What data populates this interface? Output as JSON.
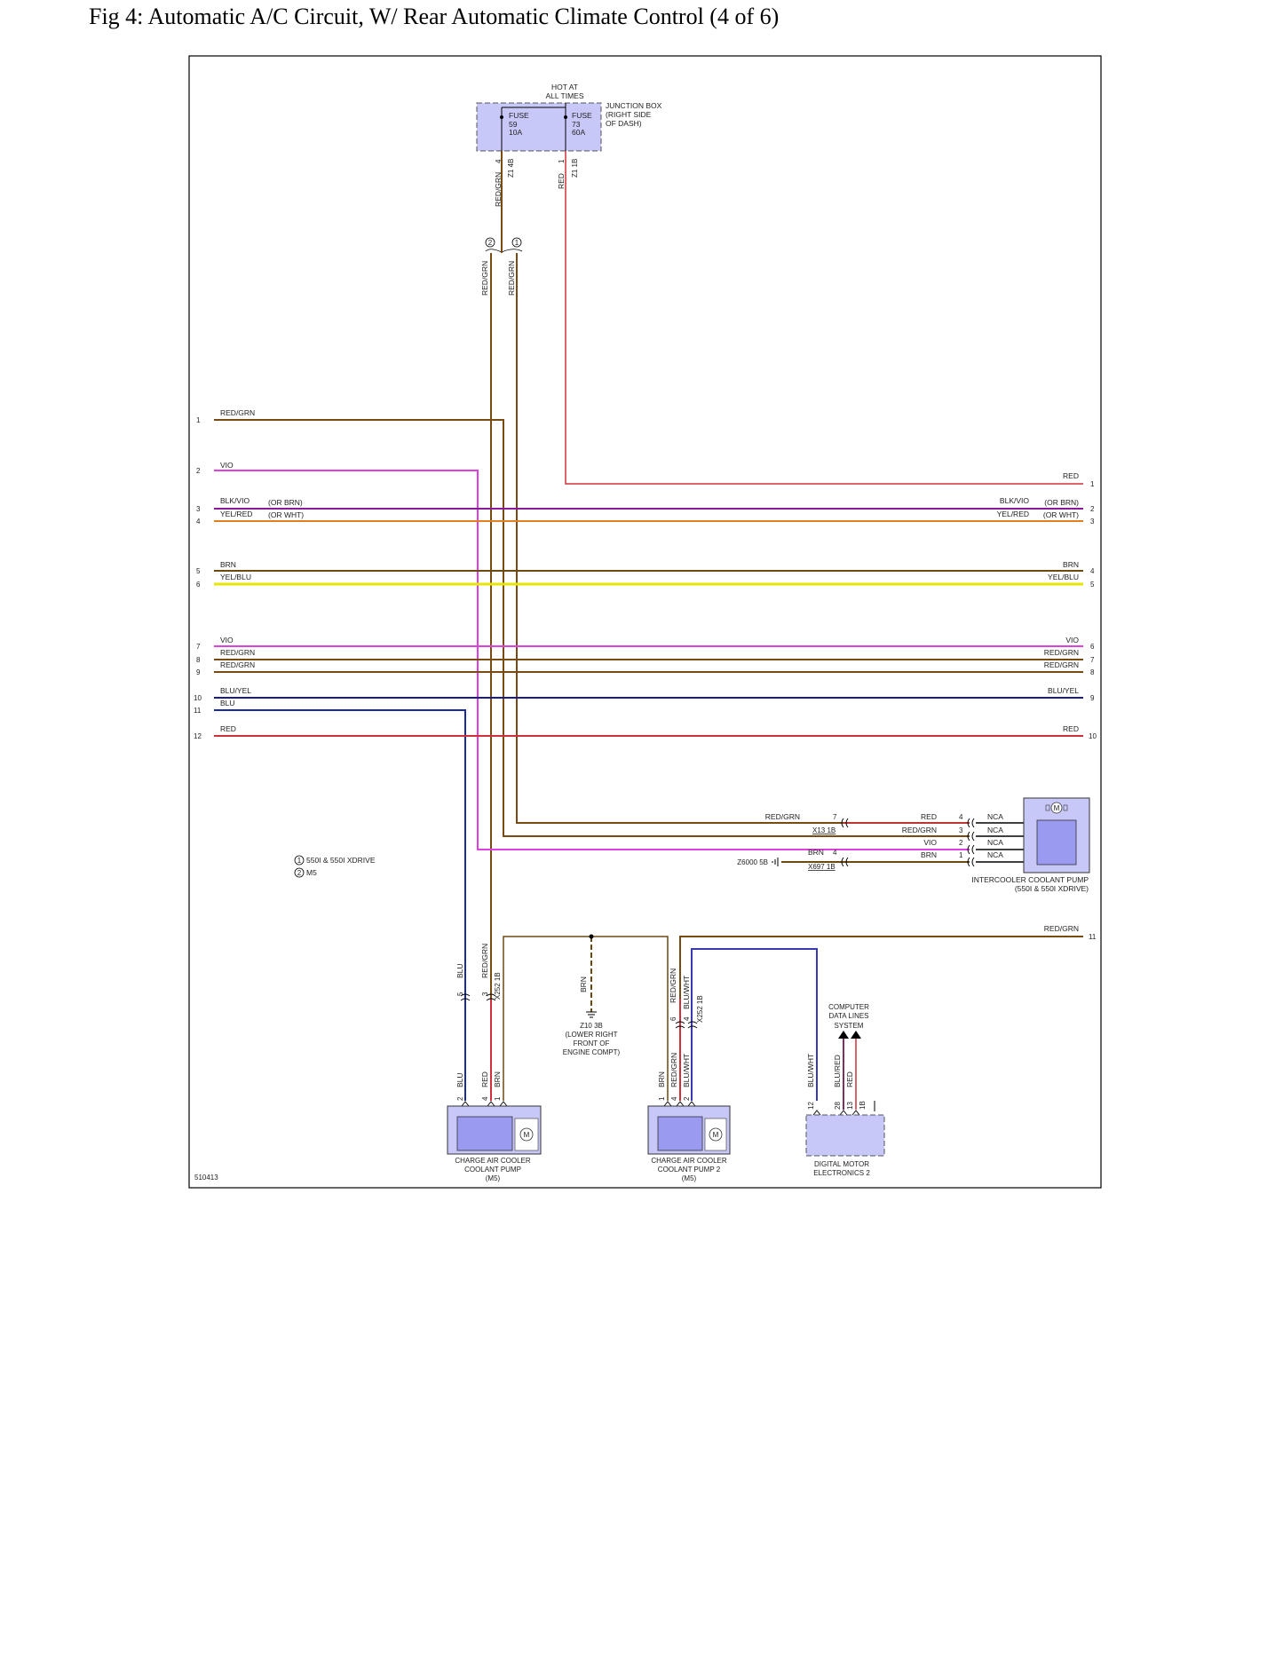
{
  "title": "Fig 4: Automatic A/C Circuit, W/ Rear Automatic Climate Control (4 of 6)",
  "figure_id": "510413",
  "colors": {
    "RED": "#d0303a",
    "RED/GRN": "#7a4a10",
    "RED/GRN_stripe": "#6a6a10",
    "VIO": "#e040e0",
    "BLK/VIO": "#8a1a9a",
    "YEL/RED": "#e08020",
    "BRN": "#6b4a12",
    "YEL/BLU": "#e6e600",
    "BLU/YEL": "#1a1a8a",
    "BLU": "#1a2a9a",
    "BLU/WHT": "#3a3ab0",
    "BLU/RED": "#803060",
    "component_fill": "#c8c8f8",
    "component_inner": "#9a9af0"
  },
  "top": {
    "hot_label": [
      "HOT AT",
      "ALL TIMES"
    ],
    "junction_box": [
      "JUNCTION BOX",
      "(RIGHT SIDE",
      "OF DASH)"
    ],
    "fuse1": [
      "FUSE",
      "59",
      "10A"
    ],
    "fuse2": [
      "FUSE",
      "73",
      "60A"
    ],
    "z1_4b": "Z1 4B",
    "z1_1b": "Z1 1B",
    "pin4": "4",
    "pin1": "1",
    "wire_redgrn": "RED/GRN",
    "wire_red": "RED",
    "variant2": "2",
    "variant1": "1"
  },
  "left_rows": [
    {
      "num": "1",
      "label": "RED/GRN",
      "note": ""
    },
    {
      "num": "2",
      "label": "VIO",
      "note": ""
    },
    {
      "num": "3",
      "label": "BLK/VIO",
      "note": "(OR BRN)"
    },
    {
      "num": "4",
      "label": "YEL/RED",
      "note": "(OR WHT)"
    },
    {
      "num": "5",
      "label": "BRN",
      "note": ""
    },
    {
      "num": "6",
      "label": "YEL/BLU",
      "note": ""
    },
    {
      "num": "7",
      "label": "VIO",
      "note": ""
    },
    {
      "num": "8",
      "label": "RED/GRN",
      "note": ""
    },
    {
      "num": "9",
      "label": "RED/GRN",
      "note": ""
    },
    {
      "num": "10",
      "label": "BLU/YEL",
      "note": ""
    },
    {
      "num": "11",
      "label": "BLU",
      "note": ""
    },
    {
      "num": "12",
      "label": "RED",
      "note": ""
    }
  ],
  "right_rows": [
    {
      "num": "1",
      "label": "RED",
      "note": ""
    },
    {
      "num": "2",
      "label": "BLK/VIO",
      "note": "(OR BRN)"
    },
    {
      "num": "3",
      "label": "YEL/RED",
      "note": "(OR WHT)"
    },
    {
      "num": "4",
      "label": "BRN",
      "note": ""
    },
    {
      "num": "5",
      "label": "YEL/BLU",
      "note": ""
    },
    {
      "num": "6",
      "label": "VIO",
      "note": ""
    },
    {
      "num": "7",
      "label": "RED/GRN",
      "note": ""
    },
    {
      "num": "8",
      "label": "RED/GRN",
      "note": ""
    },
    {
      "num": "9",
      "label": "BLU/YEL",
      "note": ""
    },
    {
      "num": "10",
      "label": "RED",
      "note": ""
    },
    {
      "num": "11",
      "label": "RED/GRN",
      "note": ""
    }
  ],
  "intercooler": {
    "wire_redgrn": "RED/GRN",
    "pin7": "7",
    "x13": "X13 1B",
    "pins": [
      {
        "wire": "RED",
        "pin": "4",
        "nca": "NCA"
      },
      {
        "wire": "RED/GRN",
        "pin": "3",
        "nca": "NCA"
      },
      {
        "wire": "VIO",
        "pin": "2",
        "nca": "NCA"
      },
      {
        "wire": "BRN",
        "pin": "1",
        "nca": "NCA"
      }
    ],
    "brn_label": "BRN",
    "brn_pin": "4",
    "ground": "Z6000 5B",
    "x697": "X697 1B",
    "caption": [
      "INTERCOOLER COOLANT PUMP",
      "(550I & 550I XDRIVE)"
    ],
    "motor": "M"
  },
  "legend": [
    {
      "num": "1",
      "text": "550I & 550I XDRIVE"
    },
    {
      "num": "2",
      "text": "M5"
    }
  ],
  "pump1": {
    "wires_upper": [
      {
        "label": "BLU",
        "pin": "5"
      },
      {
        "label": "RED/GRN",
        "pin": "3"
      }
    ],
    "x252": "X252 1B",
    "wires_lower": [
      {
        "label": "BLU",
        "pin": "2"
      },
      {
        "label": "RED",
        "pin": "4"
      },
      {
        "label": "BRN",
        "pin": "1"
      }
    ],
    "caption": [
      "CHARGE AIR COOLER",
      "COOLANT PUMP",
      "(M5)"
    ],
    "motor": "M"
  },
  "ground_z10": {
    "wire": "BRN",
    "label": [
      "Z10 3B",
      "(LOWER RIGHT",
      "FRONT OF",
      "ENGINE COMPT)"
    ]
  },
  "pump2": {
    "wires_upper": [
      {
        "label": "RED/GRN",
        "pin": "6"
      },
      {
        "label": "BLU/WHT",
        "pin": "4"
      }
    ],
    "x252": "X252 1B",
    "wires_lower": [
      {
        "label": "BRN",
        "pin": "1"
      },
      {
        "label": "RED/GRN",
        "pin": "4"
      },
      {
        "label": "BLU/WHT",
        "pin": "2"
      }
    ],
    "caption": [
      "CHARGE AIR COOLER",
      "COOLANT PUMP 2",
      "(M5)"
    ],
    "motor": "M"
  },
  "dme": {
    "data_lines": [
      "COMPUTER",
      "DATA LINES",
      "SYSTEM"
    ],
    "wires": [
      {
        "label": "BLU/WHT",
        "pin": "12"
      },
      {
        "label": "BLU/RED",
        "pin": "28"
      },
      {
        "label": "RED",
        "pin": "13"
      }
    ],
    "conn": "1B",
    "caption": [
      "DIGITAL MOTOR",
      "ELECTRONICS 2"
    ]
  }
}
